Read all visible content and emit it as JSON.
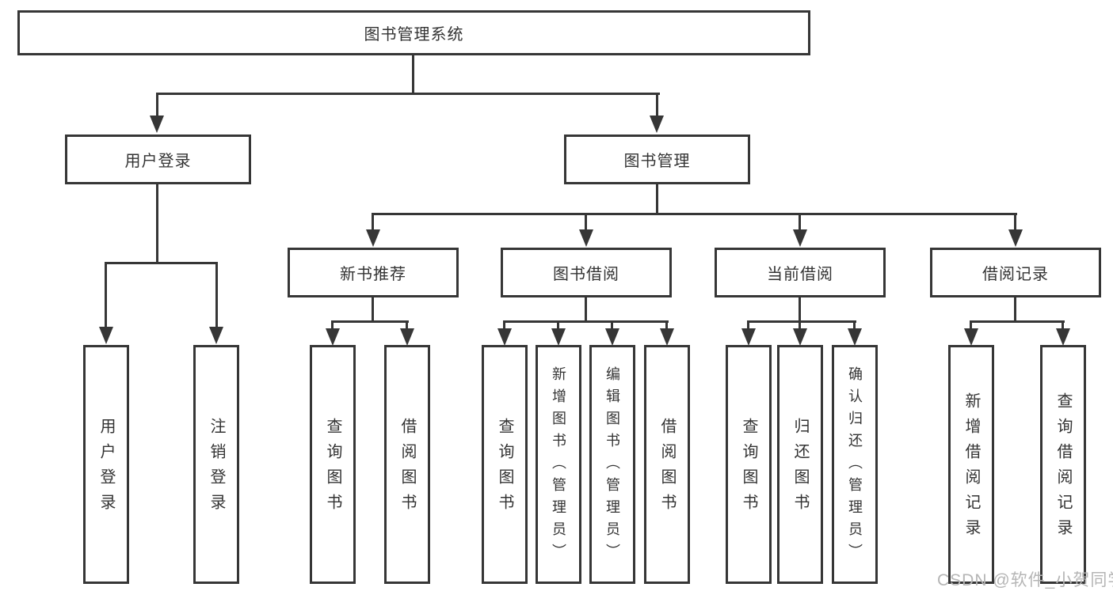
{
  "diagram": {
    "title": "图书管理系统",
    "level2": [
      {
        "label": "用户登录"
      },
      {
        "label": "图书管理"
      }
    ],
    "level3": [
      {
        "label": "新书推荐",
        "parent": "图书管理"
      },
      {
        "label": "图书借阅",
        "parent": "图书管理"
      },
      {
        "label": "当前借阅",
        "parent": "图书管理"
      },
      {
        "label": "借阅记录",
        "parent": "图书管理"
      }
    ],
    "leaves": [
      {
        "label": "用户登录",
        "parent": "用户登录"
      },
      {
        "label": "注销登录",
        "parent": "用户登录"
      },
      {
        "label": "查询图书",
        "parent": "新书推荐"
      },
      {
        "label": "借阅图书",
        "parent": "新书推荐"
      },
      {
        "label": "查询图书",
        "parent": "图书借阅"
      },
      {
        "label": "新增图书（管理员）",
        "parent": "图书借阅"
      },
      {
        "label": "编辑图书（管理员）",
        "parent": "图书借阅"
      },
      {
        "label": "借阅图书",
        "parent": "图书借阅"
      },
      {
        "label": "查询图书",
        "parent": "当前借阅"
      },
      {
        "label": "归还图书",
        "parent": "当前借阅"
      },
      {
        "label": "确认归还（管理员）",
        "parent": "当前借阅"
      },
      {
        "label": "新增借阅记录",
        "parent": "借阅记录"
      },
      {
        "label": "查询借阅记录",
        "parent": "借阅记录"
      }
    ],
    "watermark": {
      "text": "CSDN @软件_小贺同学"
    },
    "colors": {
      "line": "#363636",
      "text": "#333333",
      "watermark": "#b5b5b5",
      "background": "#ffffff"
    }
  }
}
